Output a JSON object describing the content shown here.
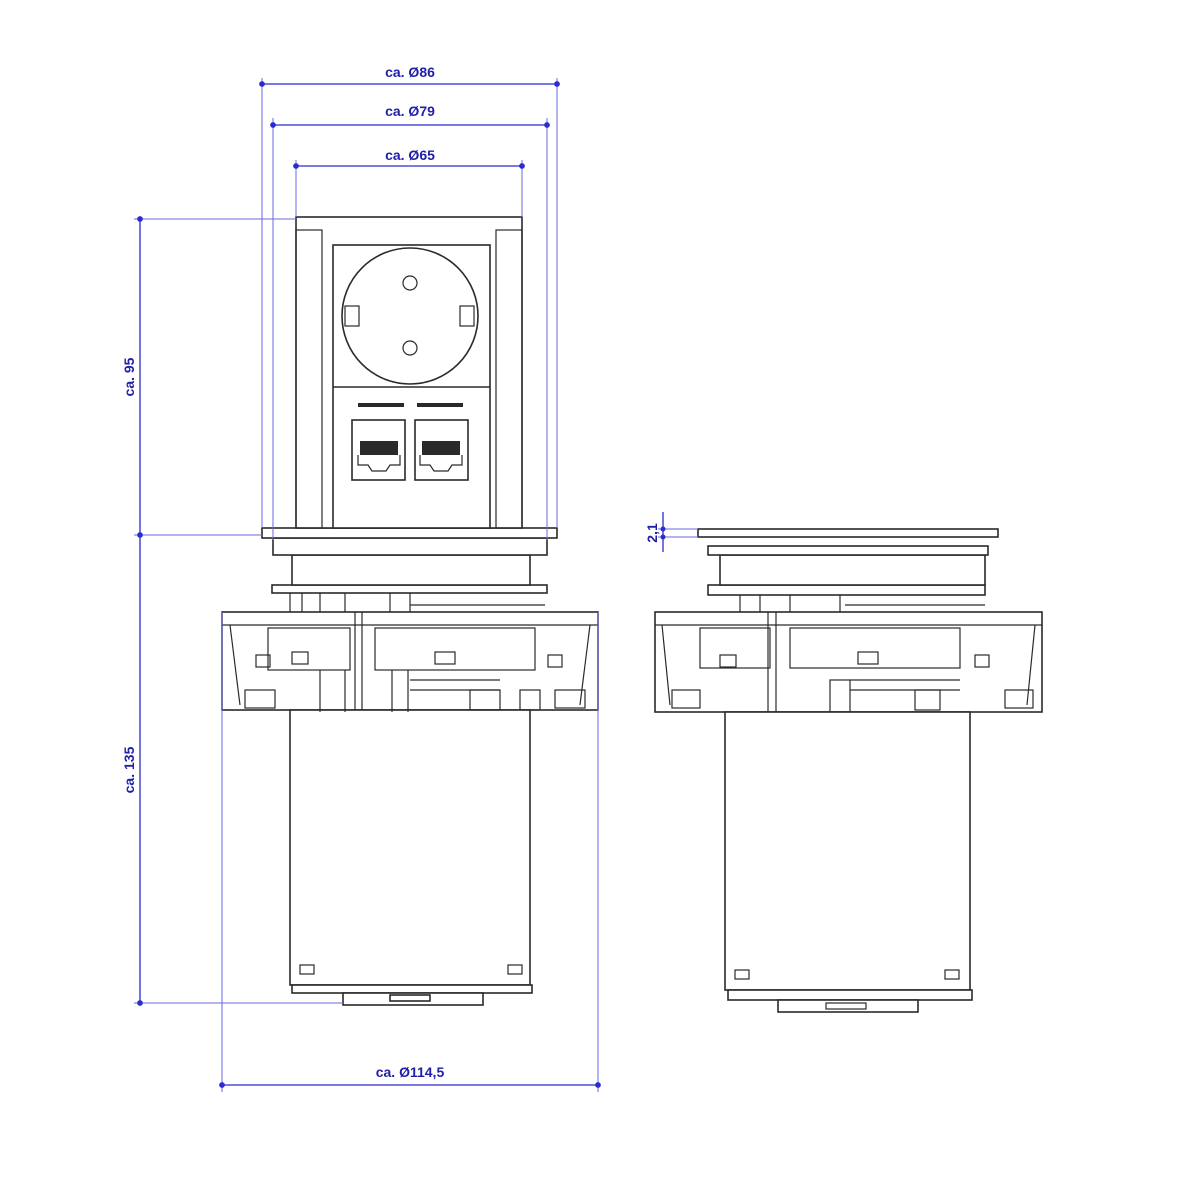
{
  "dimensions": {
    "top_width_outer": "ca. Ø86",
    "top_width_mid": "ca. Ø79",
    "top_width_inner": "ca. Ø65",
    "height_upper": "ca. 95",
    "height_lower": "ca. 135",
    "base_width": "ca. Ø114,5",
    "flange_thickness": "2,1"
  },
  "colors": {
    "dimension": "#2b2bd0",
    "outline": "#2a2a2a"
  }
}
